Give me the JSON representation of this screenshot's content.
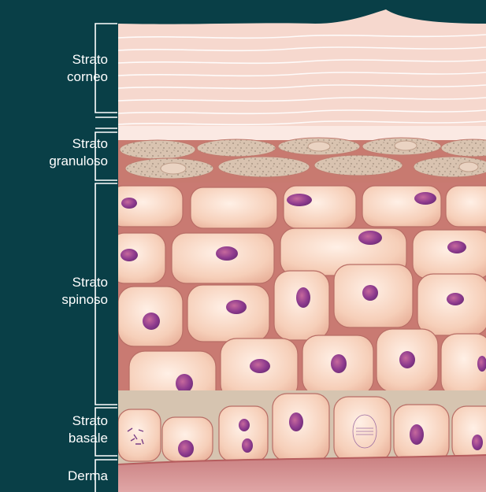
{
  "title": "",
  "layers": [
    {
      "id": "corneo",
      "label": "Strato\ncorneo"
    },
    {
      "id": "granuloso",
      "label": "Strato\ngranuloso"
    },
    {
      "id": "spinoso",
      "label": "Strato\nspinoso"
    },
    {
      "id": "basale",
      "label": "Strato\nbasale"
    },
    {
      "id": "derma",
      "label": "Derma"
    }
  ],
  "colors": {
    "background": "#093f47",
    "corneum": "#f7dcd3",
    "granular": "#ebbca6",
    "cell": "#f8d4c0",
    "membrane": "#cc7d73",
    "nucleus": "#8b3d8b",
    "dermis": "#d99a9a",
    "bracket": "#ffffff"
  }
}
